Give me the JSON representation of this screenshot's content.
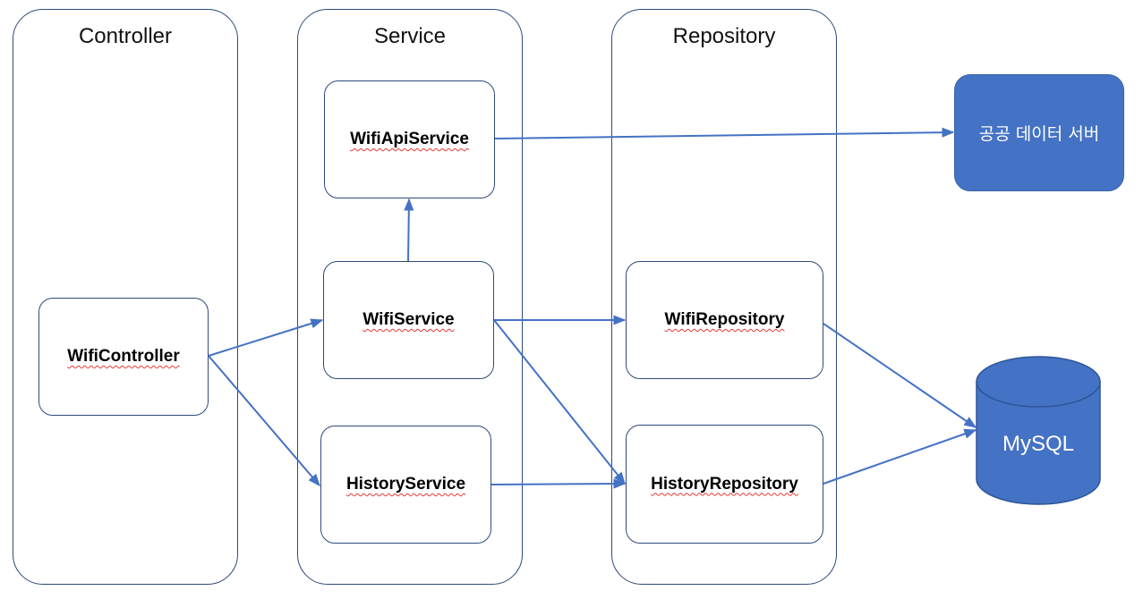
{
  "layers": {
    "controller": {
      "title": "Controller"
    },
    "service": {
      "title": "Service"
    },
    "repository": {
      "title": "Repository"
    }
  },
  "nodes": {
    "wifi_controller": "WifiController",
    "wifi_api_service": "WifiApiService",
    "wifi_service": "WifiService",
    "history_service": "HistoryService",
    "wifi_repository": "WifiRepository",
    "history_repository": "HistoryRepository"
  },
  "external": {
    "public_data_server": "공공 데이터 서버",
    "database": "MySQL"
  },
  "colors": {
    "arrow": "#4472c4",
    "external_fill": "#4472c4",
    "border": "#2f4a7a"
  }
}
